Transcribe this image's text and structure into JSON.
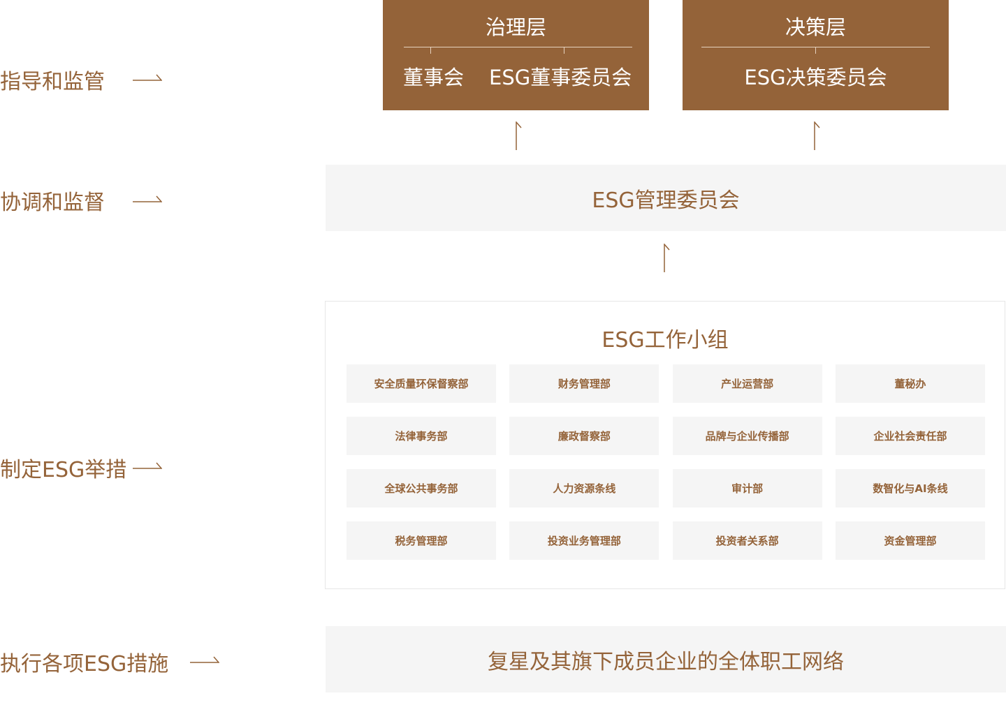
{
  "side_labels": {
    "guide": "指导和监管",
    "coordinate": "协调和监督",
    "formulate": "制定ESG举措",
    "execute": "执行各项ESG措施"
  },
  "governance": {
    "title": "治理层",
    "items": [
      "董事会",
      "ESG董事委员会"
    ]
  },
  "decision": {
    "title": "决策层",
    "items": [
      "ESG决策委员会"
    ]
  },
  "management": "ESG管理委员会",
  "working_group": {
    "title": "ESG工作小组",
    "departments": [
      "安全质量环保督察部",
      "财务管理部",
      "产业运营部",
      "董秘办",
      "法律事务部",
      "廉政督察部",
      "品牌与企业传播部",
      "企业社会责任部",
      "全球公共事务部",
      "人力资源条线",
      "审计部",
      "数智化与AI条线",
      "税务管理部",
      "投资业务管理部",
      "投资者关系部",
      "资金管理部"
    ]
  },
  "network": "复星及其旗下成员企业的全体职工网络",
  "colors": {
    "brand_brown": "#946339",
    "band_grey": "#f5f5f5",
    "divider": "#e6d2bf"
  }
}
